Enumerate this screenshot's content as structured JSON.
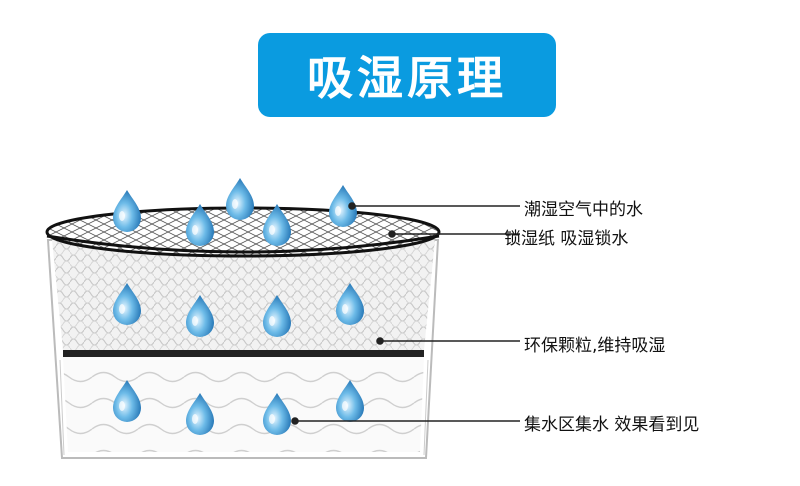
{
  "title": "吸湿原理",
  "labels": {
    "humid_air_water": "潮湿空气中的水",
    "lock_paper": "锁湿纸 吸湿锁水",
    "granules": "环保颗粒,维持吸湿",
    "collection_zone": "集水区集水 效果看到见"
  },
  "colors": {
    "title_bg": "#0a9be0",
    "droplet": "#4aa3d8",
    "outline": "#222222"
  }
}
